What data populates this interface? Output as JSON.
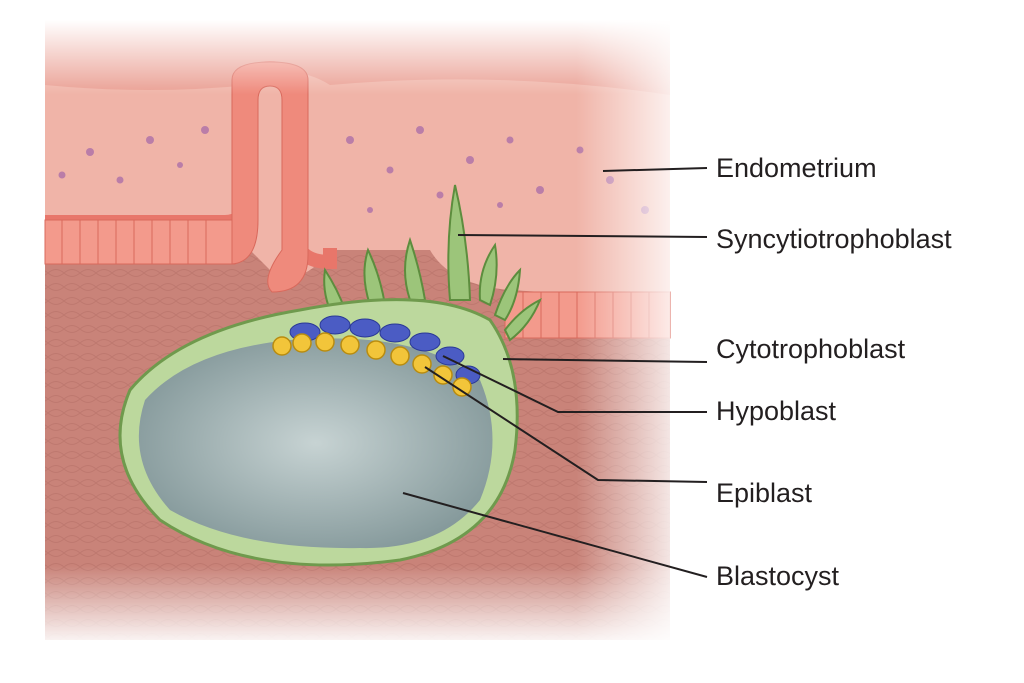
{
  "labels": {
    "endometrium": "Endometrium",
    "syncytiotrophoblast": "Syncytiotrophoblast",
    "cytotrophoblast": "Cytotrophoblast",
    "hypoblast": "Hypoblast",
    "epiblast": "Epiblast",
    "blastocyst": "Blastocyst"
  },
  "colors": {
    "endometrium": "#f2b8ad",
    "epithelium": "#e8766a",
    "tissue_below": "#c98379",
    "trophoblast": "#b9d59a",
    "hypoblast": "#4b5cc4",
    "epiblast": "#f2c53a",
    "cavity": "#9fb1b4"
  }
}
